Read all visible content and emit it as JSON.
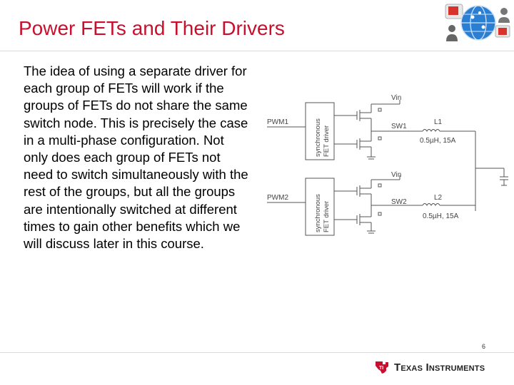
{
  "slide": {
    "title": "Power FETs and Their Drivers",
    "body": "The idea of using a separate driver for each group of FETs will work if the groups of FETs do not share the same switch node. This is precisely the case in a multi-phase configuration. Not only does each group of FETs not need to switch simultaneously with the rest of the groups, but all the groups are intentionally switched at different times to gain other benefits which we will discuss later in this course.",
    "page_number": "6"
  },
  "schematic": {
    "phase1": {
      "pwm_label": "PWM1",
      "driver_label_line1": "synchronous",
      "driver_label_line2": "FET driver",
      "vin_label": "Vin",
      "sw_label": "SW1",
      "inductor_label": "L1",
      "inductor_value": "0.5µH, 15A"
    },
    "phase2": {
      "pwm_label": "PWM2",
      "driver_label_line1": "synchronous",
      "driver_label_line2": "FET driver",
      "vin_label": "Vin",
      "sw_label": "SW2",
      "inductor_label": "L2",
      "inductor_value": "0.5µH, 15A"
    }
  },
  "footer": {
    "company": "Texas Instruments",
    "logo_icon": "ti-state-logo-icon",
    "brand_color": "#c8102e"
  },
  "header_badge": {
    "icon": "globe-network-people-icon"
  }
}
